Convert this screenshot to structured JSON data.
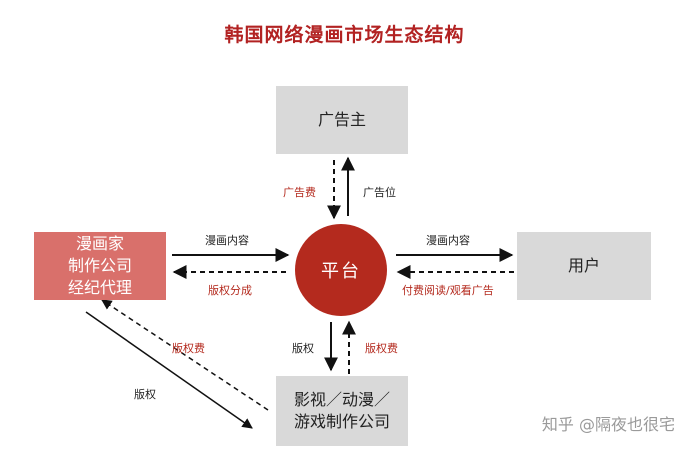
{
  "title": "韩国网络漫画市场生态结构",
  "nodes": {
    "advertiser": "广告主",
    "platform": "平台",
    "creators": [
      "漫画家",
      "制作公司",
      "经纪代理"
    ],
    "users": "用户",
    "media": [
      "影视／动漫／",
      "游戏制作公司"
    ]
  },
  "edges": {
    "ad_fee": "广告费",
    "ad_slot": "广告位",
    "comic_content_left": "漫画内容",
    "copyright_share": "版权分成",
    "comic_content_right": "漫画内容",
    "paid_read": "付费阅读/观看广告",
    "copyright_bottom": "版权",
    "copyright_fee_bottom": "版权费",
    "copyright_fee_diag": "版权费",
    "copyright_diag": "版权"
  },
  "watermark": "知乎 @隔夜也很宅",
  "colors": {
    "title": "#b22222",
    "platform": "#b42a1e",
    "creator_box": "#d9706b",
    "gray_box": "#d9d9d9"
  }
}
